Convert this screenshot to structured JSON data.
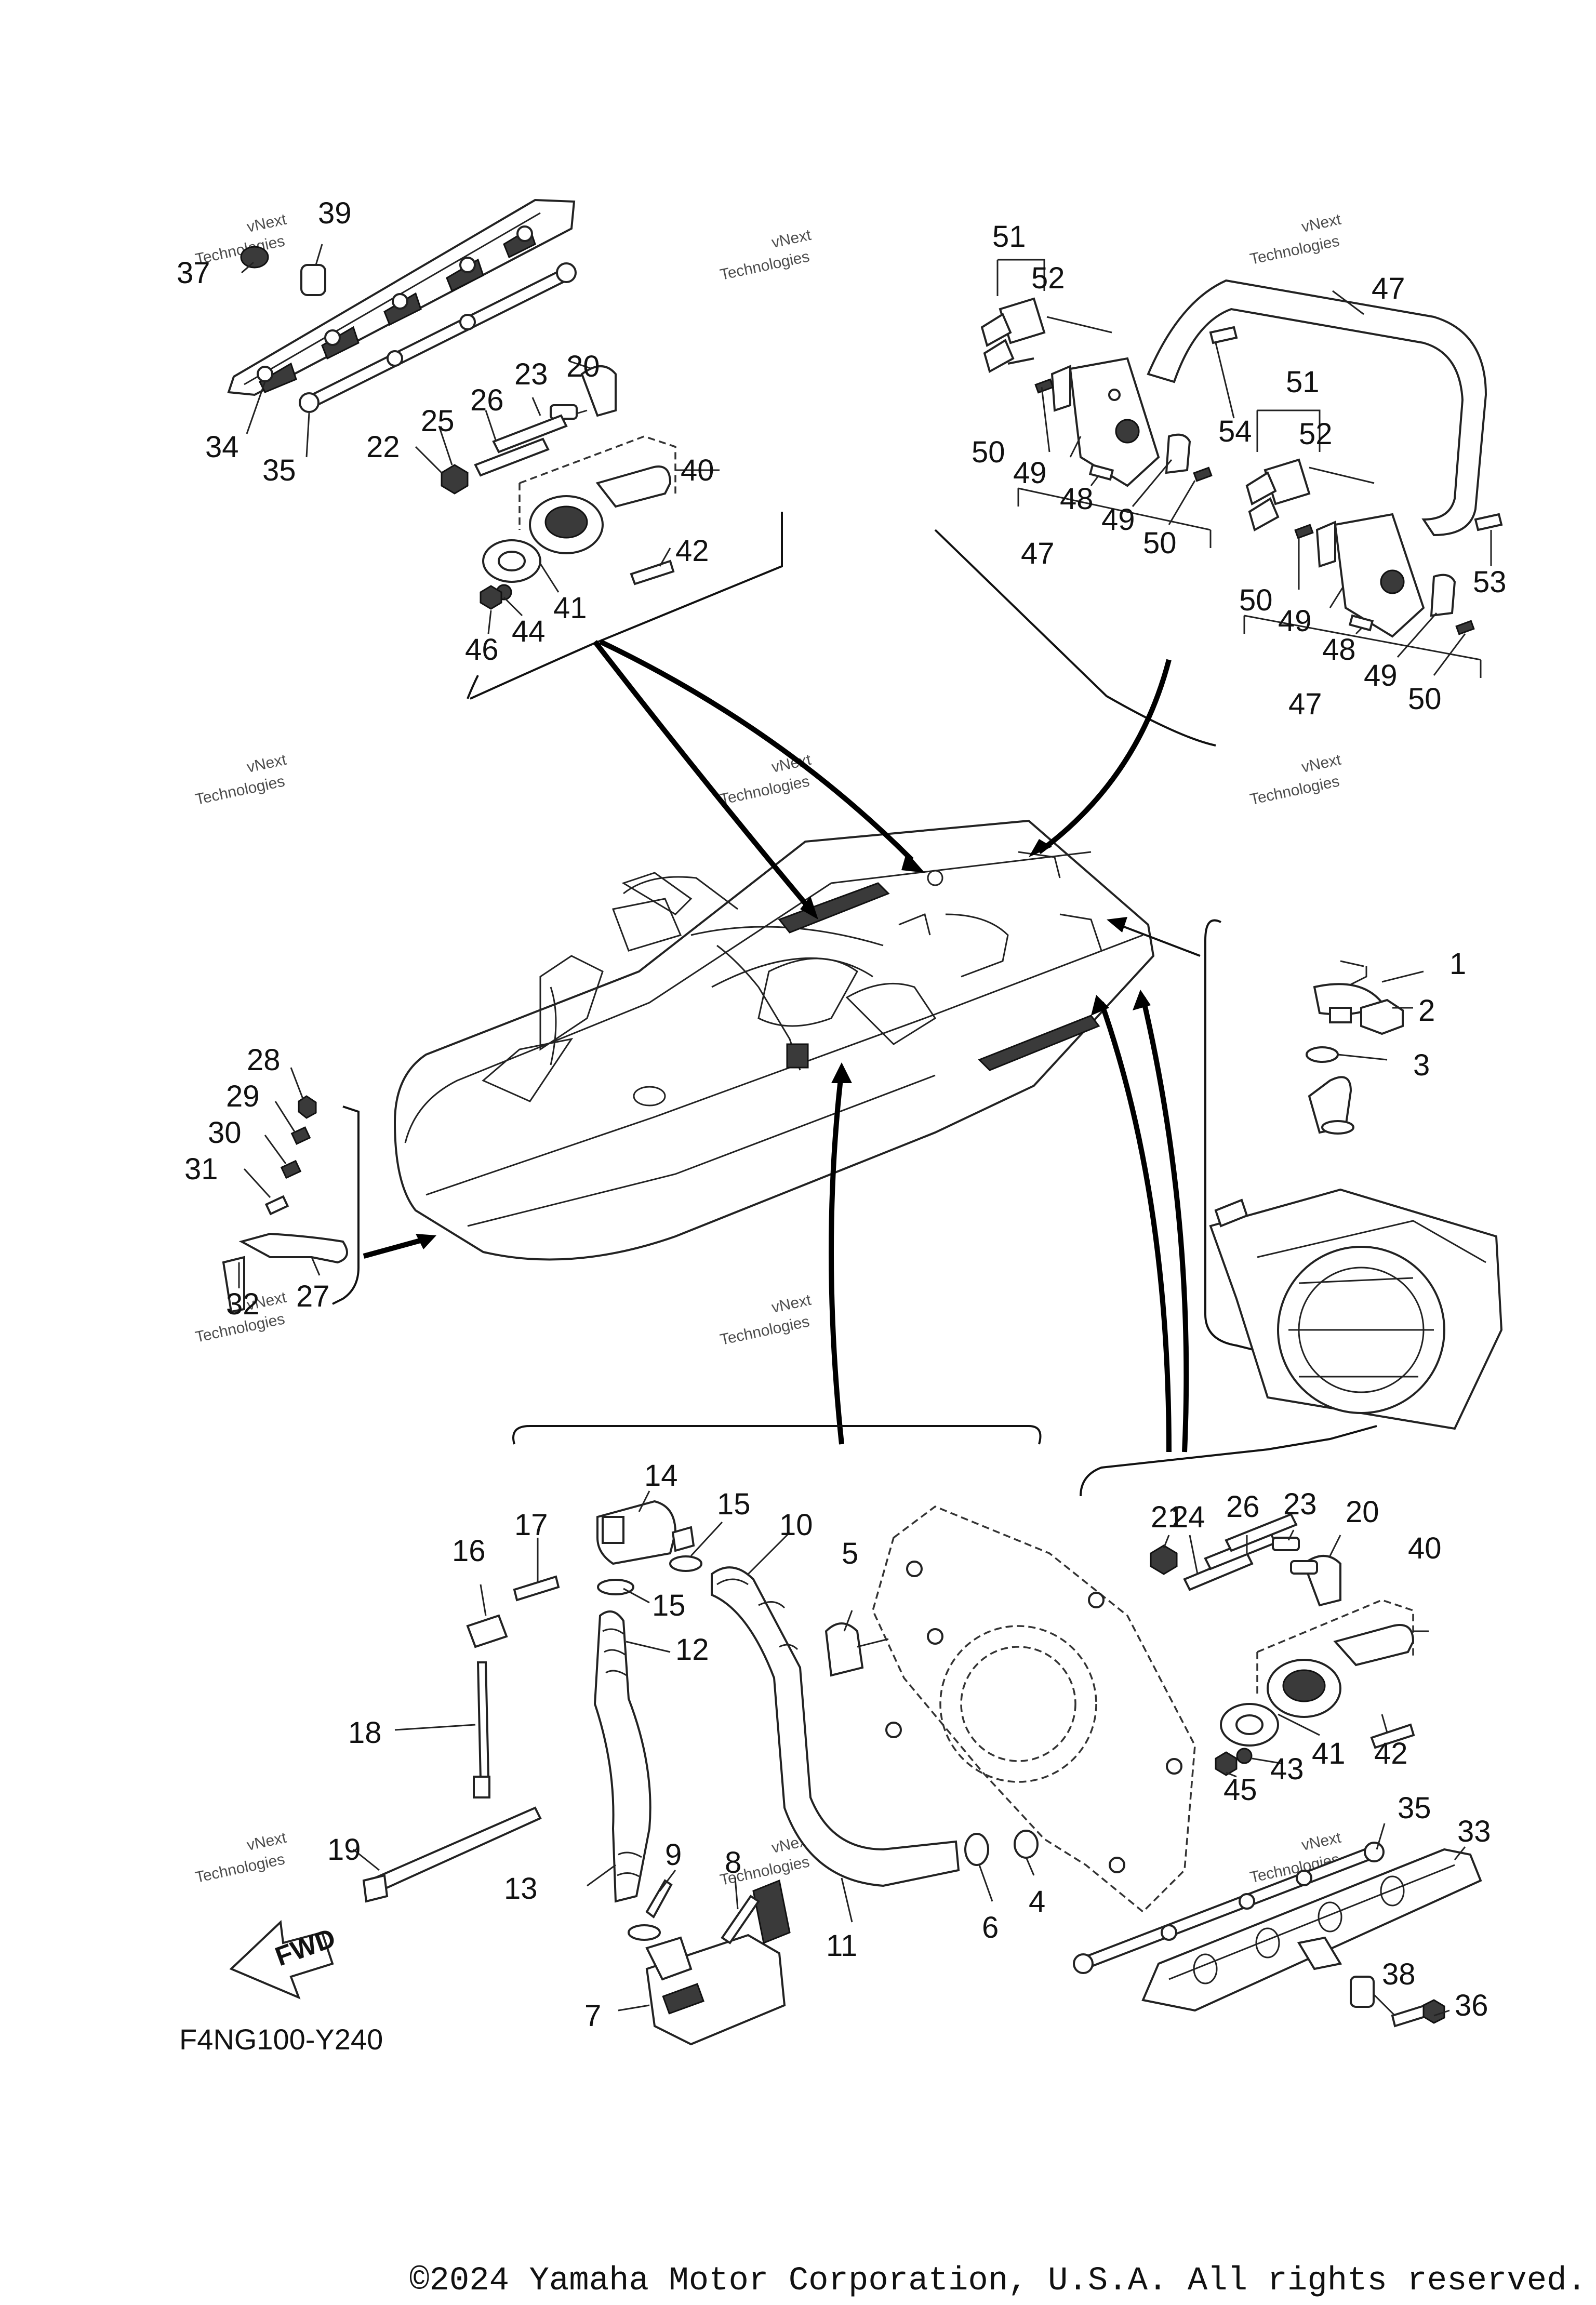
{
  "diagram_code": "F4NG100-Y240",
  "copyright": "©2024 Yamaha Motor Corporation, U.S.A. All rights reserved.",
  "watermark": {
    "line1": "vNext",
    "line2": "Technologies"
  },
  "arrow_label": "FWD",
  "callouts": {
    "p1": "1",
    "p2": "2",
    "p3": "3",
    "p4": "4",
    "p5": "5",
    "p6": "6",
    "p7": "7",
    "p8": "8",
    "p9": "9",
    "p10": "10",
    "p11": "11",
    "p12": "12",
    "p13": "13",
    "p14": "14",
    "p15a": "15",
    "p15b": "15",
    "p16": "16",
    "p17": "17",
    "p18": "18",
    "p19": "19",
    "p20a": "20",
    "p20b": "20",
    "p21": "21",
    "p22": "22",
    "p23a": "23",
    "p23b": "23",
    "p24": "24",
    "p25": "25",
    "p26a": "26",
    "p26b": "26",
    "p27": "27",
    "p28": "28",
    "p29": "29",
    "p30": "30",
    "p31": "31",
    "p32": "32",
    "p33": "33",
    "p34": "34",
    "p35a": "35",
    "p35b": "35",
    "p36": "36",
    "p37": "37",
    "p38": "38",
    "p39": "39",
    "p40a": "40",
    "p40b": "40",
    "p41a": "41",
    "p41b": "41",
    "p42a": "42",
    "p42b": "42",
    "p43": "43",
    "p44": "44",
    "p45": "45",
    "p46": "46",
    "p47a": "47",
    "p47b": "47",
    "p47c": "47",
    "p48a": "48",
    "p48b": "48",
    "p49a": "49",
    "p49b": "49",
    "p49c": "49",
    "p49d": "49",
    "p50a": "50",
    "p50b": "50",
    "p50c": "50",
    "p50d": "50",
    "p51a": "51",
    "p51b": "51",
    "p52a": "52",
    "p52b": "52",
    "p53": "53",
    "p54": "54"
  }
}
